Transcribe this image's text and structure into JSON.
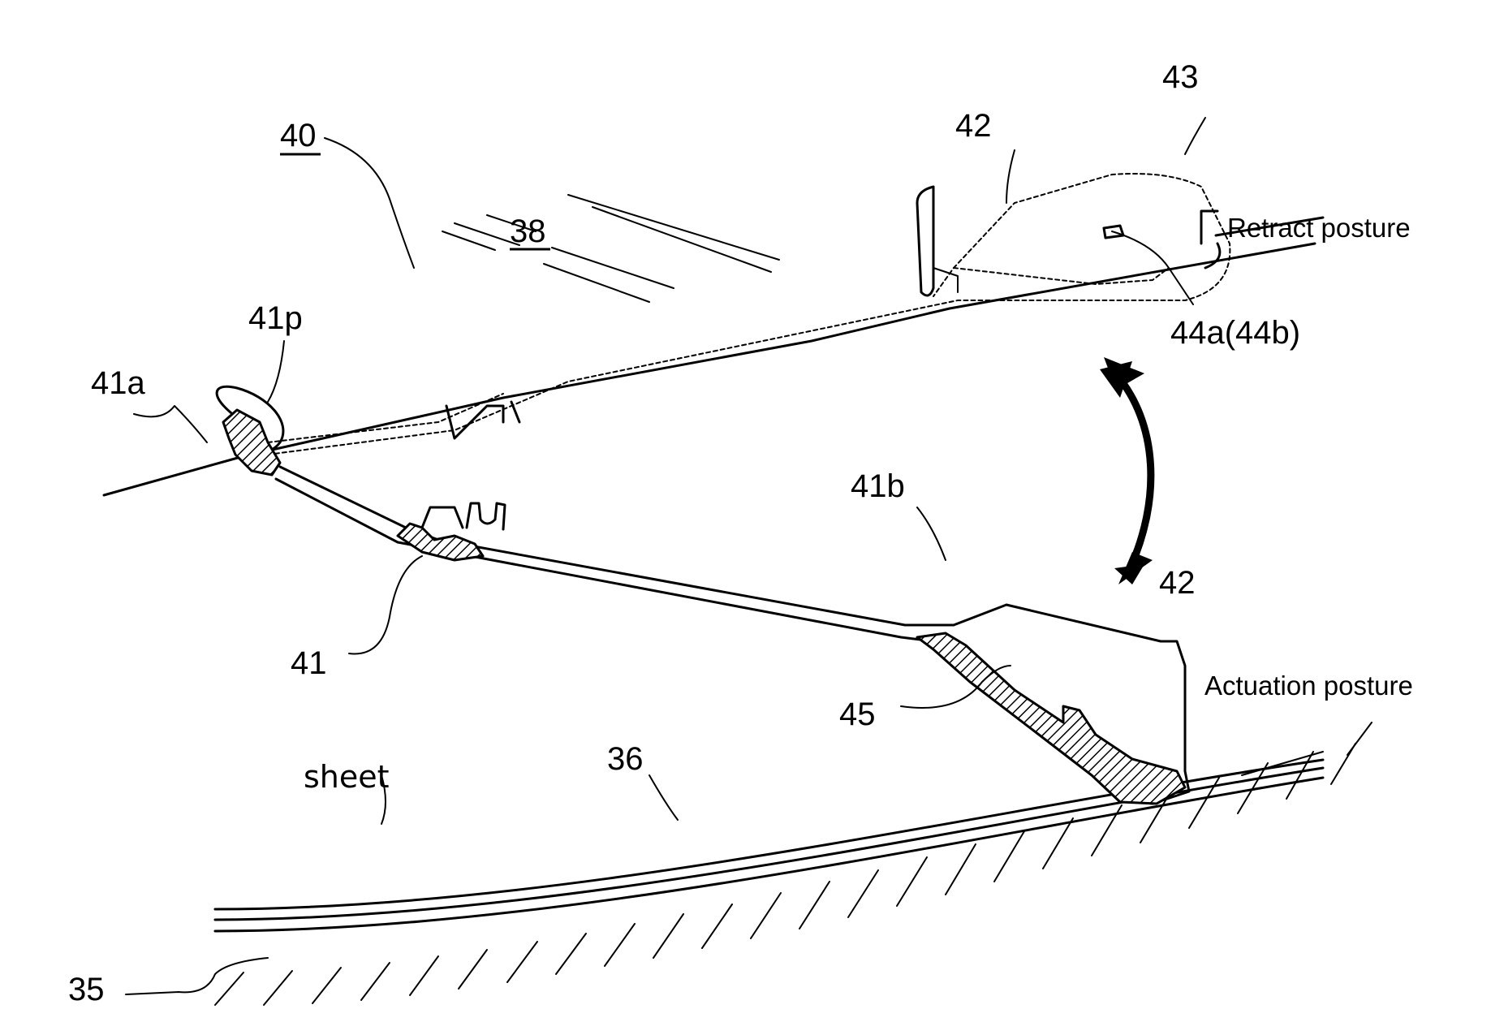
{
  "labels": {
    "l40": "40",
    "l38": "38",
    "l41p": "41p",
    "l41a": "41a",
    "l42_top": "42",
    "l43": "43",
    "l44a": "44a(44b)",
    "retract": "Retract posture",
    "l41b": "41b",
    "l42_bottom": "42",
    "actuation": "Actuation posture",
    "l41": "41",
    "l45": "45",
    "l36": "36",
    "sheet": "sheet",
    "l35": "35"
  }
}
